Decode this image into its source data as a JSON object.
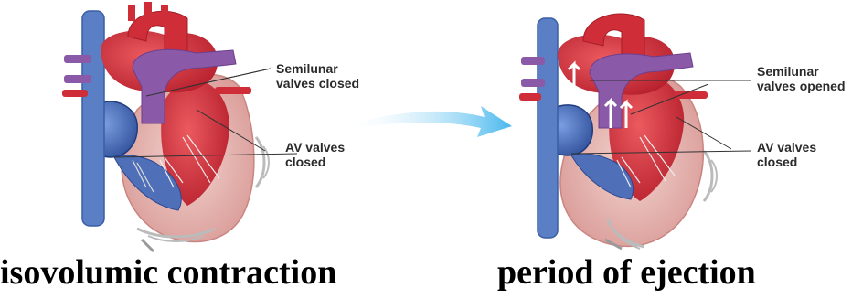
{
  "panels": [
    {
      "caption": "isovolumic contraction",
      "semilunar_label_line1": "Semilunar",
      "semilunar_label_line2": "valves closed",
      "av_label_line1": "AV valves",
      "av_label_line2": "closed"
    },
    {
      "caption": "period of ejection",
      "semilunar_label_line1": "Semilunar",
      "semilunar_label_line2": "valves opened",
      "av_label_line1": "AV valves",
      "av_label_line2": "closed"
    }
  ],
  "colors": {
    "vein_blue": "#5b7fc4",
    "heart_red": "#d8353e",
    "artery_purple": "#8a5aa8",
    "muscle_pink": "#eac0bd",
    "arrow_blue": "#48b8ee"
  }
}
